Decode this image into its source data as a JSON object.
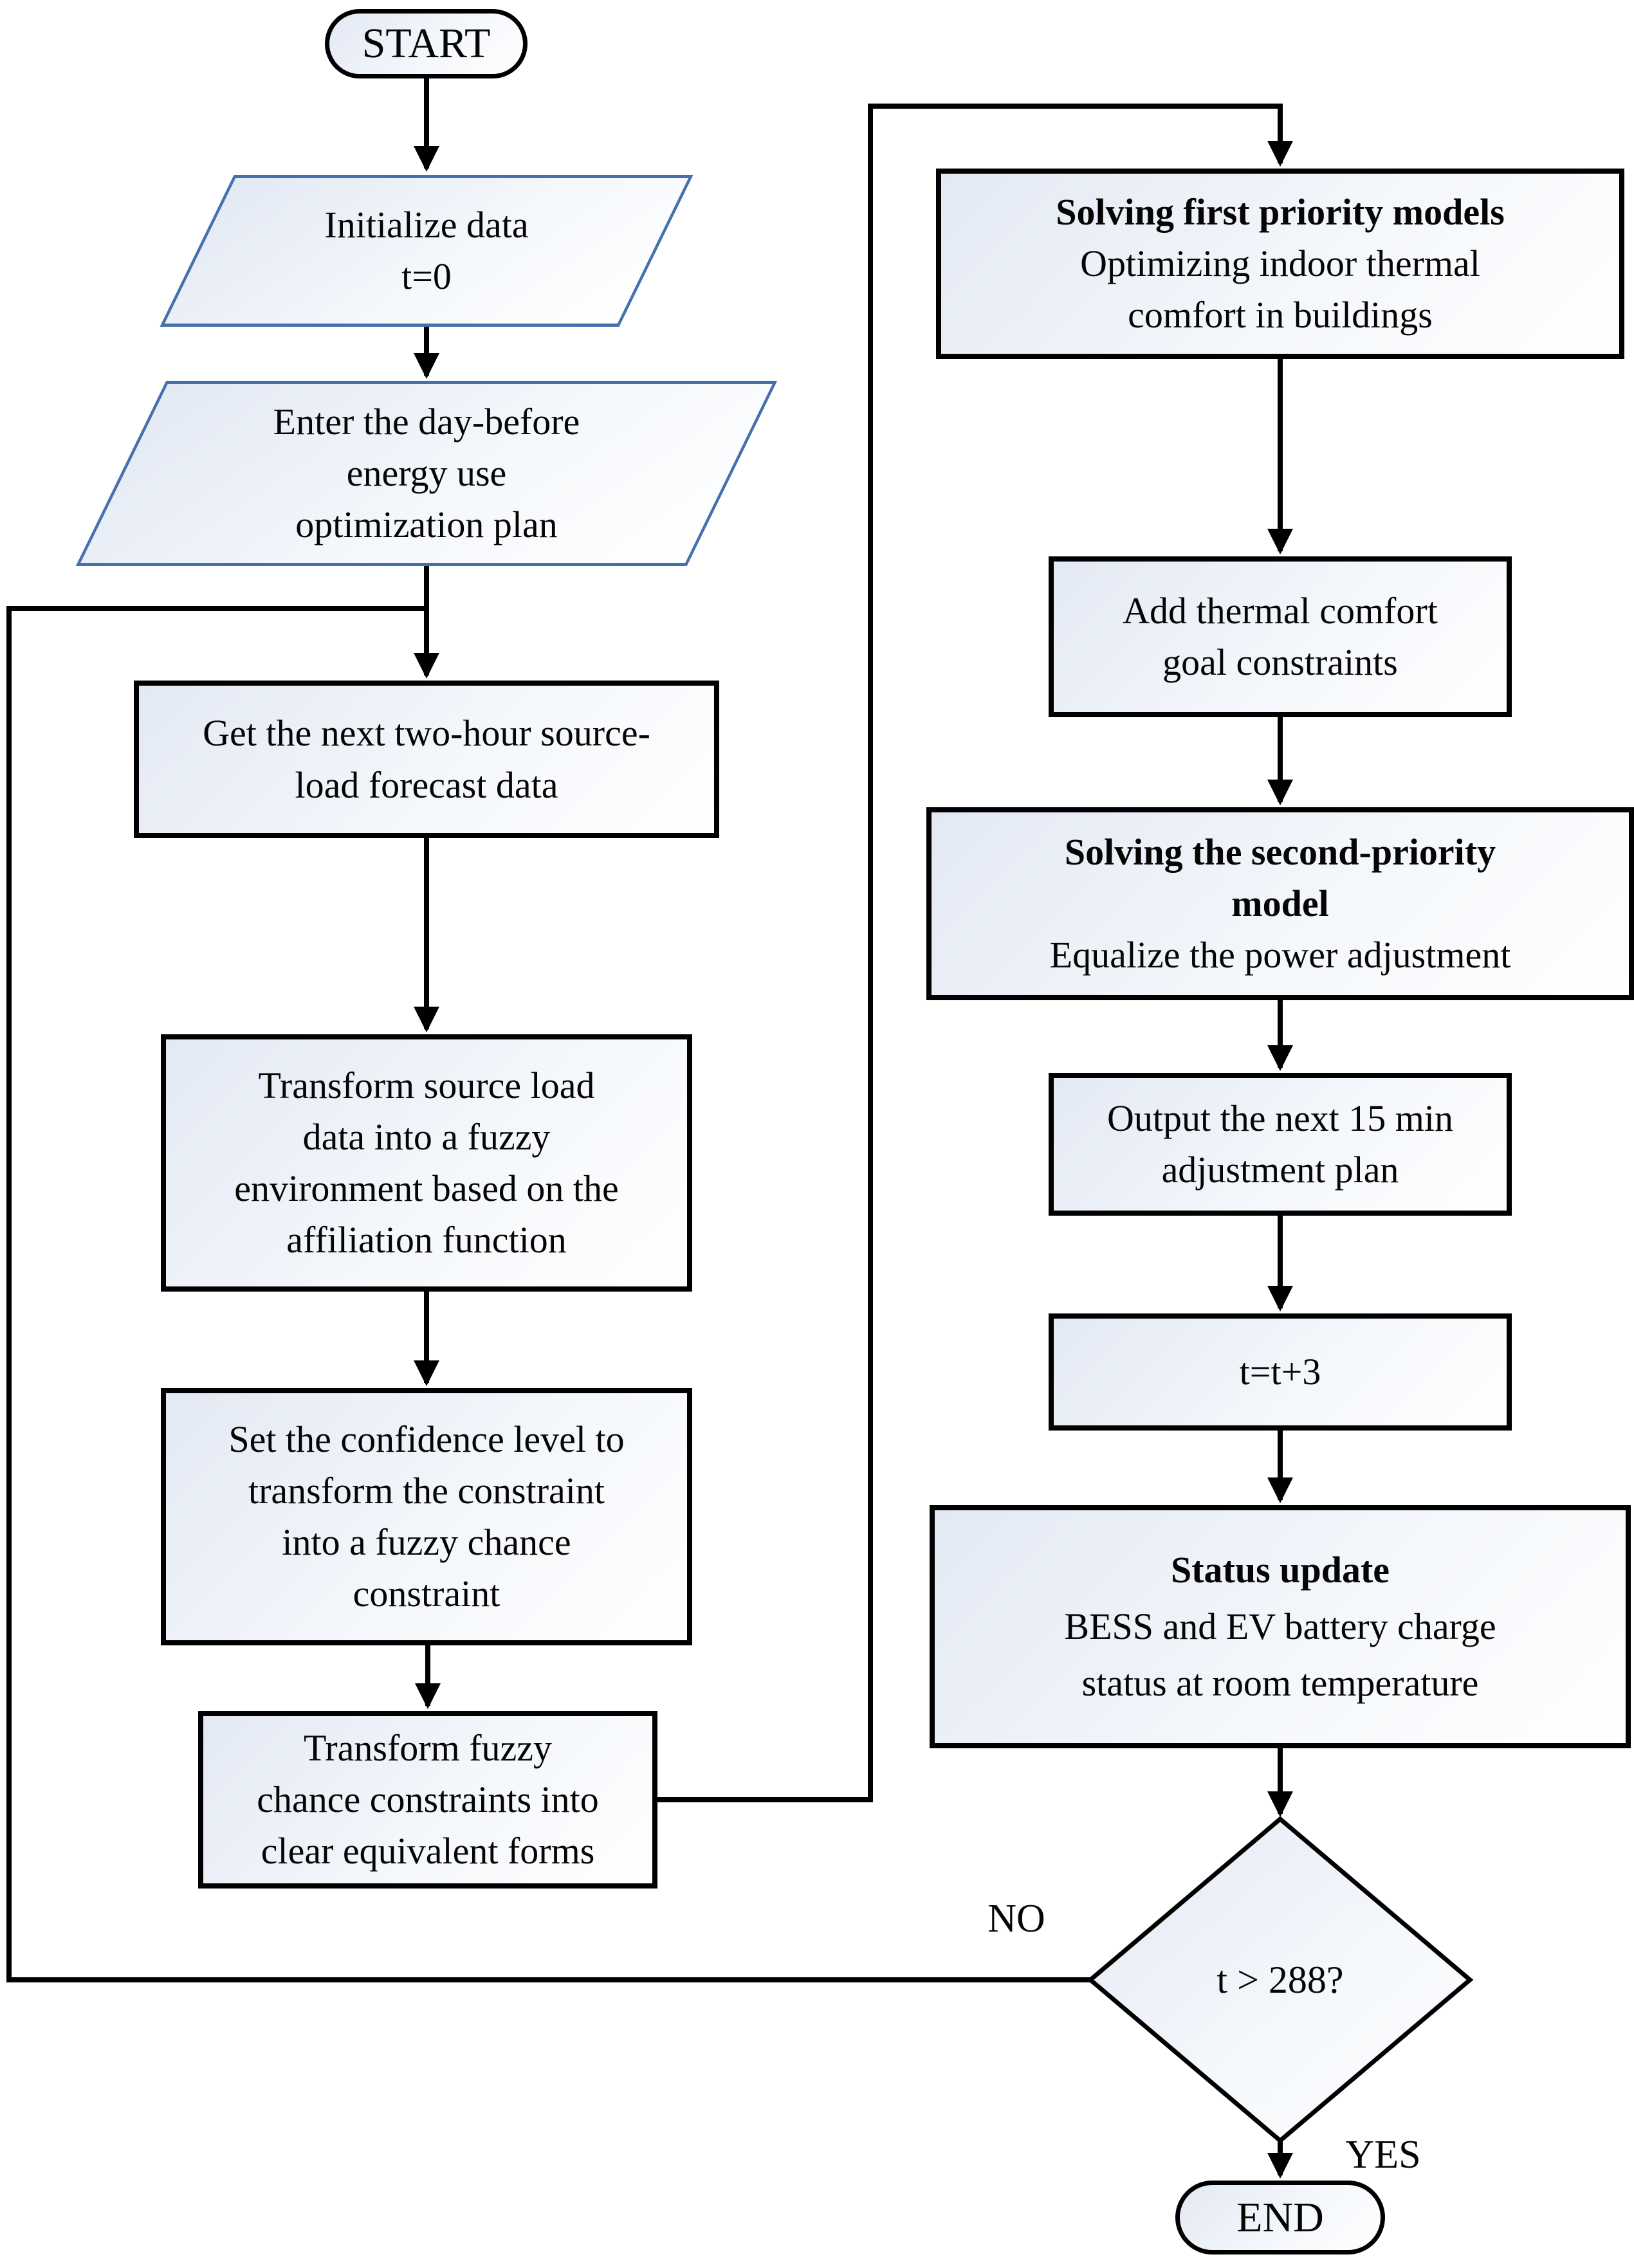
{
  "colors": {
    "accent_blue": "#4471ad",
    "line_black": "#000000",
    "shape_fill_light": "#e3e9f4"
  },
  "nodes": {
    "start": {
      "label": "START"
    },
    "init": {
      "lines": [
        "Initialize data",
        "t=0"
      ]
    },
    "enter_plan": {
      "lines": [
        "Enter the day-before",
        "energy use",
        "optimization plan"
      ]
    },
    "get_forecast": {
      "lines": [
        "Get the next two-hour source-",
        "load forecast data"
      ]
    },
    "fuzzy_env": {
      "lines": [
        "Transform source load",
        "data into a fuzzy",
        "environment based on the",
        "affiliation function"
      ]
    },
    "confidence": {
      "lines": [
        "Set the confidence level to",
        "transform the constraint",
        "into a fuzzy chance",
        "constraint"
      ]
    },
    "clear_forms": {
      "lines": [
        "Transform fuzzy",
        "chance constraints into",
        "clear equivalent forms"
      ]
    },
    "solve_first": {
      "lines": [
        "Solving first priority models",
        "Optimizing indoor thermal",
        "comfort in buildings"
      ]
    },
    "add_comfort": {
      "lines": [
        "Add thermal comfort",
        "goal constraints"
      ]
    },
    "solve_second": {
      "lines": [
        "Solving the second-priority",
        "model",
        "Equalize the power adjustment"
      ]
    },
    "output_plan": {
      "lines": [
        "Output the next 15 min",
        "adjustment plan"
      ]
    },
    "increment": {
      "lines": [
        "t=t+3"
      ]
    },
    "status_update": {
      "lines": [
        "Status update",
        "BESS and EV battery charge",
        "status at room temperature"
      ]
    },
    "decision": {
      "label": "t > 288?"
    },
    "end": {
      "label": "END"
    }
  },
  "branch_labels": {
    "no": "NO",
    "yes": "YES"
  }
}
